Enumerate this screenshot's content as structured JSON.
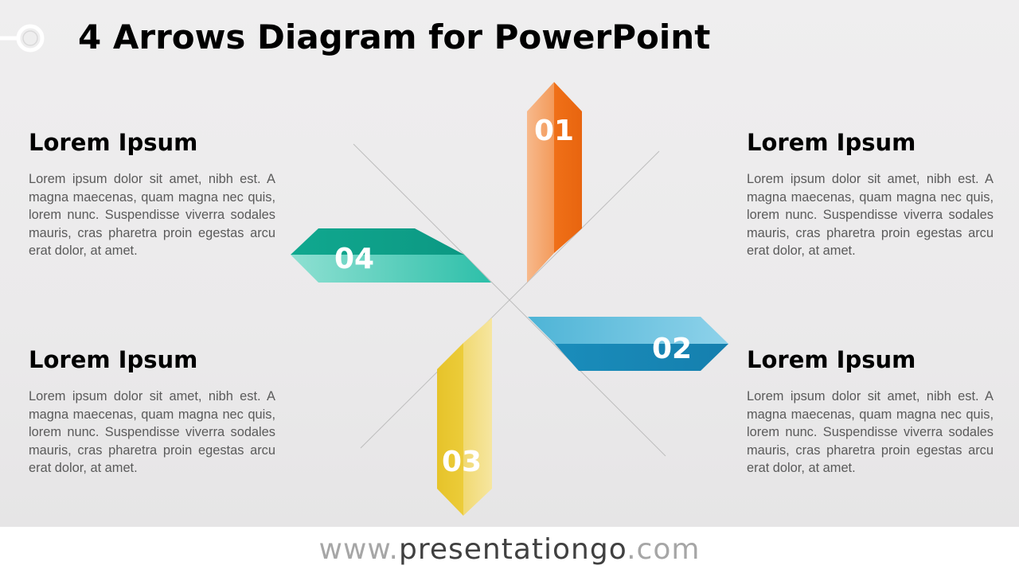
{
  "title": "4 Arrows Diagram for PowerPoint",
  "colors": {
    "orange": "#f07020",
    "blue": "#1d93c0",
    "yellow": "#e8c830",
    "teal": "#14b19b"
  },
  "arrows": [
    {
      "number": "01",
      "color": "orange",
      "direction": "up"
    },
    {
      "number": "02",
      "color": "blue",
      "direction": "right"
    },
    {
      "number": "03",
      "color": "yellow",
      "direction": "down"
    },
    {
      "number": "04",
      "color": "teal",
      "direction": "left"
    }
  ],
  "blocks": [
    {
      "heading": "Lorem Ipsum",
      "body": "Lorem ipsum dolor sit amet, nibh est. A magna maecenas, quam magna nec quis, lorem nunc. Suspendisse viverra sodales mauris, cras pharetra proin egestas arcu erat dolor, at amet."
    },
    {
      "heading": "Lorem Ipsum",
      "body": "Lorem ipsum dolor sit amet, nibh est. A magna maecenas, quam magna nec quis, lorem nunc. Suspendisse viverra sodales mauris, cras pharetra proin egestas arcu erat dolor, at amet."
    },
    {
      "heading": "Lorem Ipsum",
      "body": "Lorem ipsum dolor sit amet, nibh est. A magna maecenas, quam magna nec quis, lorem nunc. Suspendisse viverra sodales mauris, cras pharetra proin egestas arcu erat dolor, at amet."
    },
    {
      "heading": "Lorem Ipsum",
      "body": "Lorem ipsum dolor sit amet, nibh est. A magna maecenas, quam magna nec quis, lorem nunc. Suspendisse viverra sodales mauris, cras pharetra proin egestas arcu erat dolor, at amet."
    }
  ],
  "footer": {
    "prefix": "www.",
    "domain": "presentationgo",
    "suffix": ".com"
  }
}
